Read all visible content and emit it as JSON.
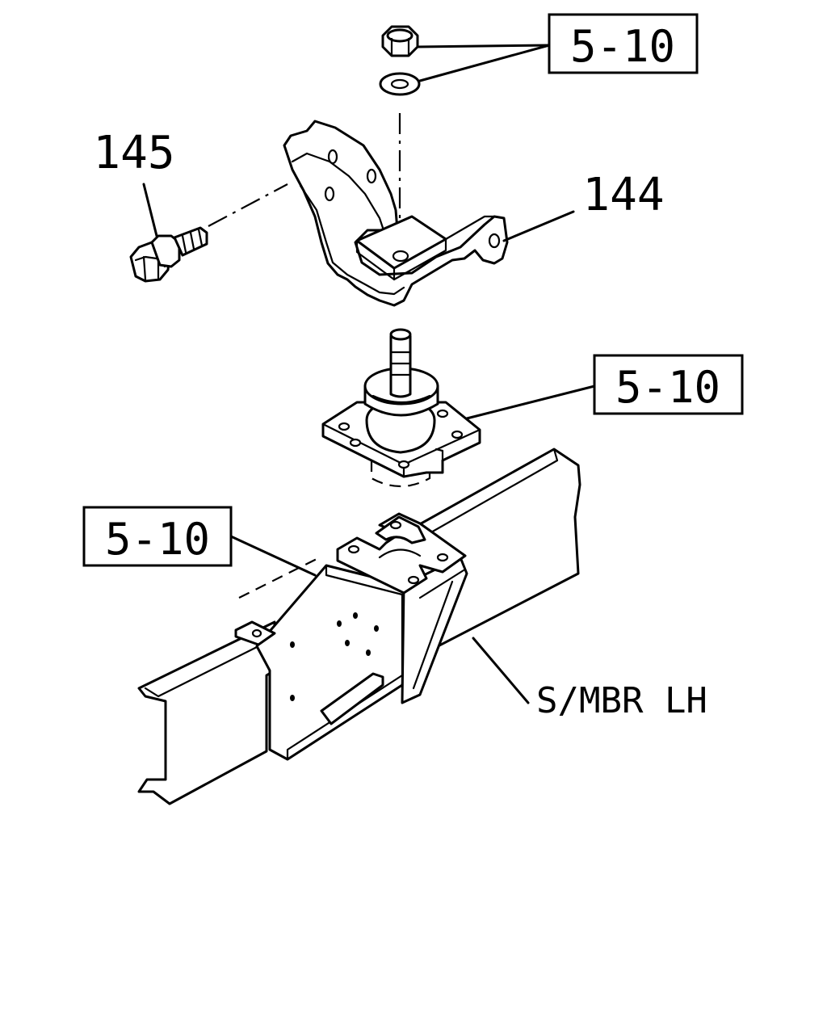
{
  "labels": {
    "ref_top": "5-10",
    "ref_mid": "5-10",
    "ref_left": "5-10",
    "part_145": "145",
    "part_144": "144",
    "frame_member": "S/MBR LH"
  }
}
